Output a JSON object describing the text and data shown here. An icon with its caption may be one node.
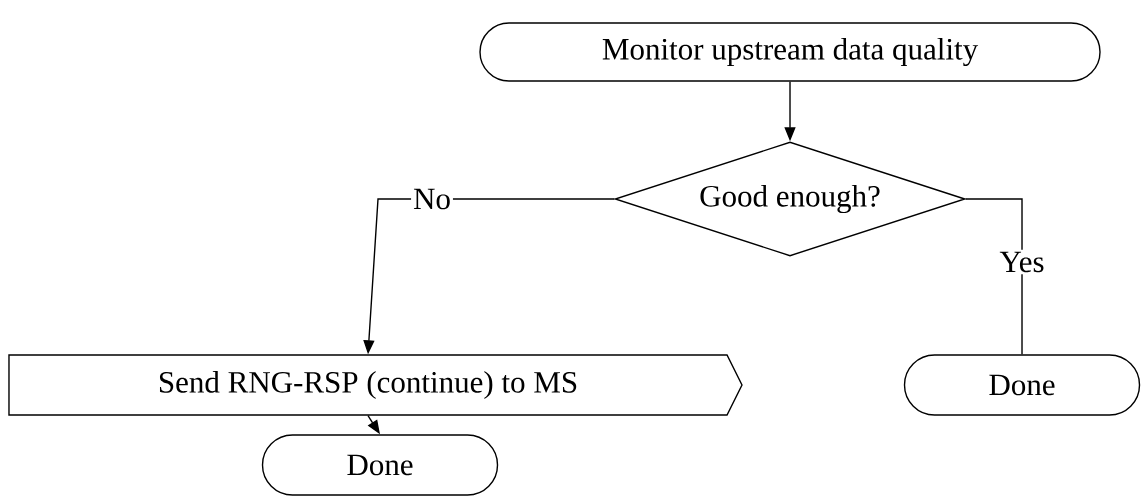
{
  "diagram": {
    "nodes": [
      {
        "text": [
          "Monitor upstream data quality"
        ]
      },
      {
        "text": [
          "Good enough?"
        ]
      },
      {
        "text": [
          "Send RNG-RSP (continue) to MS"
        ]
      },
      {
        "text": [
          "Done"
        ]
      },
      {
        "text": [
          "Done"
        ]
      }
    ],
    "edges": [
      {
        "from": 0,
        "to": 1,
        "arrow": "to"
      },
      {
        "from": 1,
        "to": 2,
        "arrow": "to",
        "label": "No"
      },
      {
        "from": 1,
        "to": 3,
        "arrow": "none",
        "label": "Yes"
      },
      {
        "from": 2,
        "to": 4,
        "arrow": "to"
      }
    ]
  }
}
